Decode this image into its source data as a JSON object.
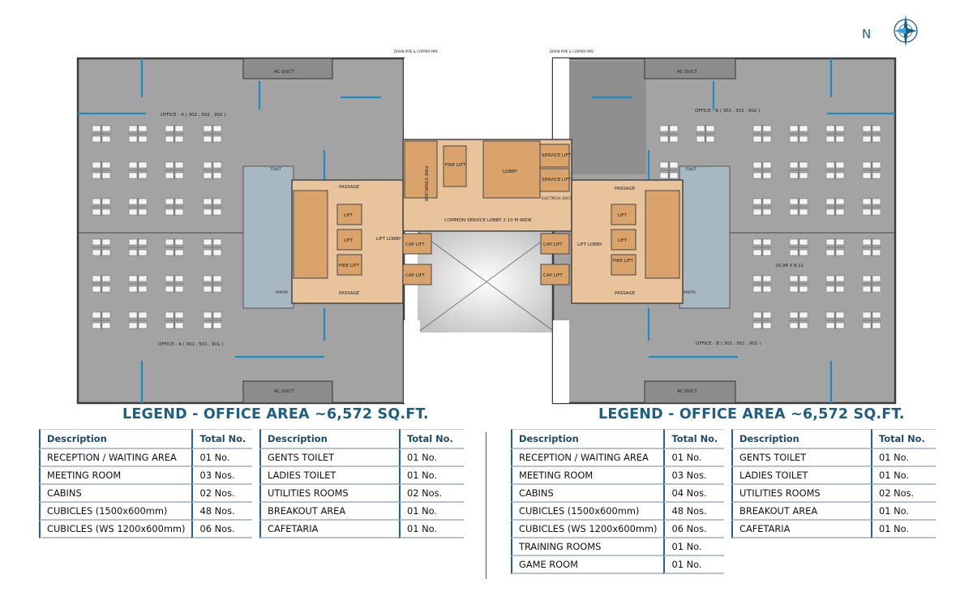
{
  "compass": {
    "north_label": "N"
  },
  "plan": {
    "office_a_top": "OFFICE - A ( 302 , 502 , 902 )",
    "office_a_bottom": "OFFICE - A ( 301 , 501 , 901 )",
    "office_b_top": "OFFICE - B ( 302 , 502 , 902 )",
    "office_b_bottom": "OFFICE - B ( 301 , 501 , 901 )",
    "dimension": "16.98 X 8.11",
    "fire_staircase": "FIRE STAIRCASE",
    "fire_lift": "FIRE LIFT",
    "lobby": "LOBBY",
    "service_lift": "SERVICE LIFT",
    "common_lobby": "COMMON SERVICE LOBBY 2.10 M WIDE",
    "passage": "PASSAGE",
    "lift": "LIFT",
    "lift_lobby": "LIFT LOBBY",
    "cap_lift": "CAP LIFT",
    "ac_duct": "AC DUCT",
    "drain_pipe": "DRAIN PIPE & COPPER PIPE",
    "toilet": "TOILET",
    "pantry": "PANTRY",
    "electrical_duct": "ELECTRICAL DUCT"
  },
  "legend_left": {
    "title": "LEGEND - OFFICE AREA ~6,572 SQ.FT.",
    "table1": {
      "headers": [
        "Description",
        "Total No."
      ],
      "rows": [
        [
          "RECEPTION / WAITING AREA",
          "01 No."
        ],
        [
          "MEETING ROOM",
          "03 Nos."
        ],
        [
          "CABINS",
          "02 Nos."
        ],
        [
          "CUBICLES (1500x600mm)",
          "48 Nos."
        ],
        [
          "CUBICLES (WS 1200x600mm)",
          "06 Nos."
        ]
      ]
    },
    "table2": {
      "headers": [
        "Description",
        "Total No."
      ],
      "rows": [
        [
          "GENTS TOILET",
          "01 No."
        ],
        [
          "LADIES TOILET",
          "01 No."
        ],
        [
          "UTILITIES ROOMS",
          "02 Nos."
        ],
        [
          "BREAKOUT AREA",
          "01 No."
        ],
        [
          "CAFETARIA",
          "01 No."
        ]
      ]
    }
  },
  "legend_right": {
    "title": "LEGEND - OFFICE AREA ~6,572 SQ.FT.",
    "table1": {
      "headers": [
        "Description",
        "Total No."
      ],
      "rows": [
        [
          "RECEPTION / WAITING AREA",
          "01 No."
        ],
        [
          "MEETING ROOM",
          "03 Nos."
        ],
        [
          "CABINS",
          "04 Nos."
        ],
        [
          "CUBICLES (1500x600mm)",
          "48 Nos."
        ],
        [
          "CUBICLES (WS 1200x600mm)",
          "06 Nos."
        ],
        [
          "TRAINING ROOMS",
          "01 No."
        ],
        [
          "GAME ROOM",
          "01 No."
        ]
      ]
    },
    "table2": {
      "headers": [
        "Description",
        "Total No."
      ],
      "rows": [
        [
          "GENTS TOILET",
          "01 No."
        ],
        [
          "LADIES TOILET",
          "01 No."
        ],
        [
          "UTILITIES ROOMS",
          "02 Nos."
        ],
        [
          "BREAKOUT AREA",
          "01 No."
        ],
        [
          "CAFETARIA",
          "01 No."
        ]
      ]
    }
  },
  "colors": {
    "floor": "#a3a3a3",
    "wall": "#3c3c3c",
    "glass": "#1f8bc4",
    "core": "#e9c39b",
    "accent": "#1f5f86",
    "toilet": "#a8b8c2"
  }
}
